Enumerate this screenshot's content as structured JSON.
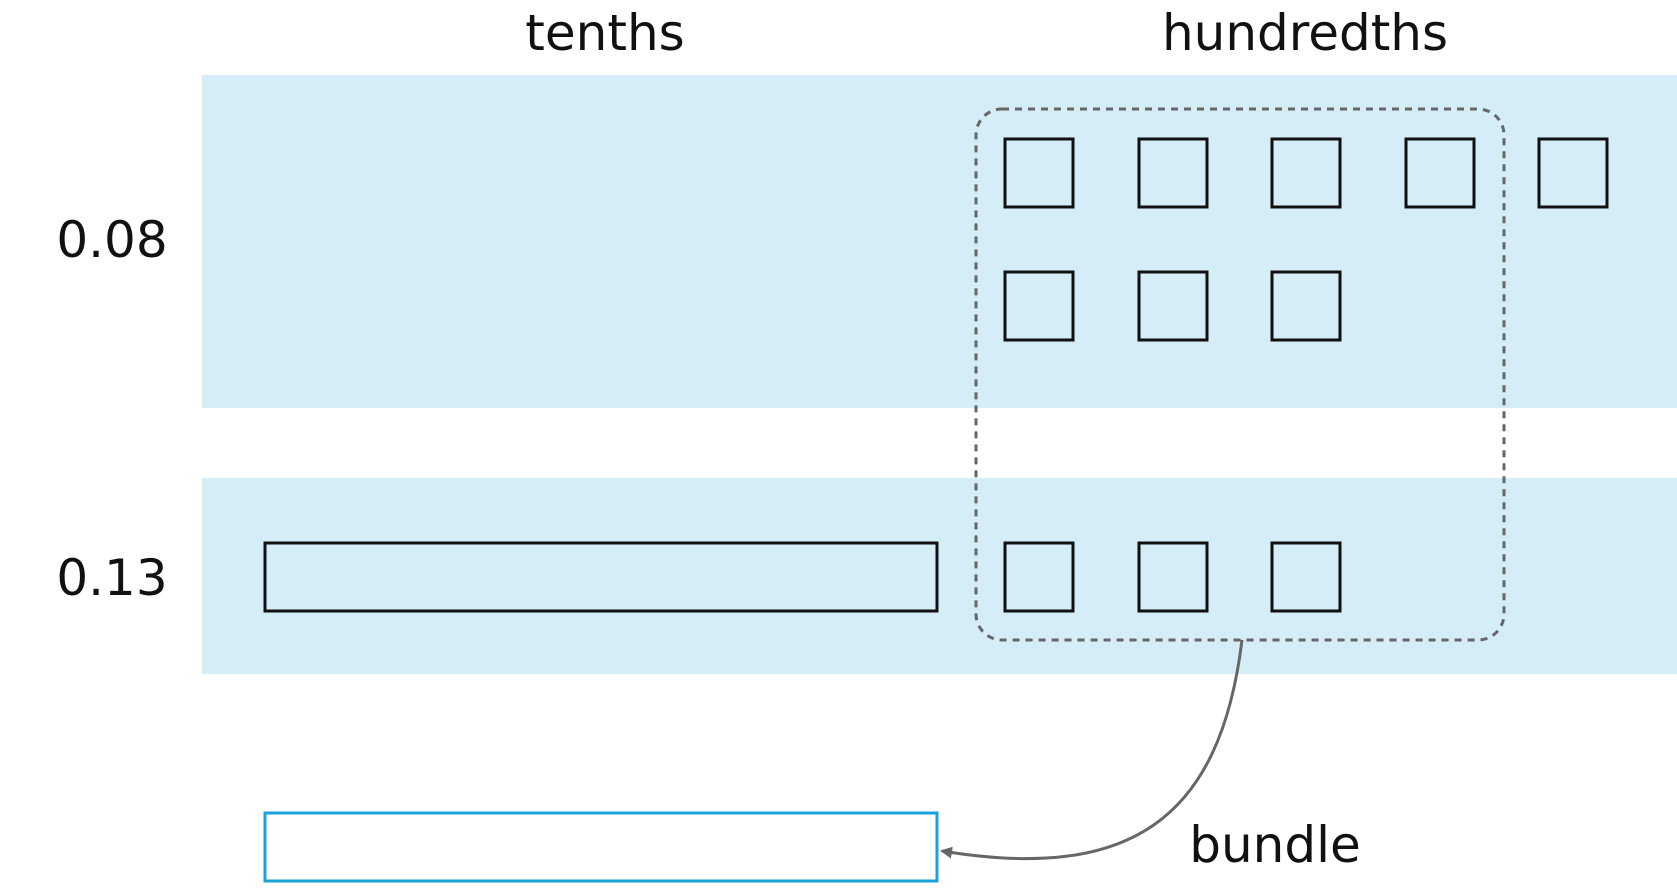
{
  "headers": {
    "tenths": "tenths",
    "hundredths": "hundredths"
  },
  "rows": [
    {
      "label": "0.08",
      "tenths": 0,
      "hundredths": 8
    },
    {
      "label": "0.13",
      "tenths": 1,
      "hundredths": 3
    }
  ],
  "bundle": {
    "label": "bundle",
    "grouped_hundredths": 10
  },
  "colors": {
    "band": "#d5edf6",
    "outline": "#111111",
    "result_outline": "#1aa3d6",
    "group_border": "#666666",
    "arrow": "#666666"
  }
}
